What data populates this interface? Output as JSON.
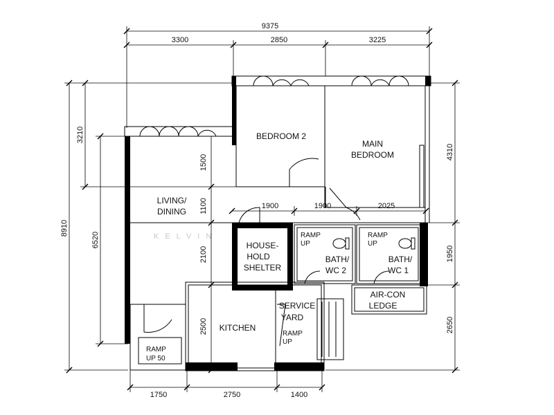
{
  "dimensions": {
    "top_total": "9375",
    "top_segments": [
      "3300",
      "2850",
      "3225"
    ],
    "bottom_segments": [
      "1750",
      "2750",
      "1400"
    ],
    "left_total": "8910",
    "left_upper": "3210",
    "left_lower": "6520",
    "right_upper": "4310",
    "right_middle": "1950",
    "right_lower": "2650",
    "inner_vertical": [
      "1500",
      "1100",
      "2100",
      "2500"
    ],
    "inner_horizontal": [
      "1900",
      "1900",
      "2025"
    ]
  },
  "rooms": {
    "bedroom2": "BEDROOM 2",
    "main_bedroom_line1": "MAIN",
    "main_bedroom_line2": "BEDROOM",
    "living_line1": "LIVING/",
    "living_line2": "DINING",
    "shelter_line1": "HOUSE-",
    "shelter_line2": "HOLD",
    "shelter_line3": "SHELTER",
    "bath2_line1": "BATH/",
    "bath2_line2": "WC 2",
    "bath1_line1": "BATH/",
    "bath1_line2": "WC 1",
    "aircon_line1": "AIR-CON",
    "aircon_line2": "LEDGE",
    "kitchen": "KITCHEN",
    "service_line1": "SERVICE",
    "service_line2": "YARD"
  },
  "ramps": {
    "bath2_line1": "RAMP",
    "bath2_line2": "UP",
    "bath1_line1": "RAMP",
    "bath1_line2": "UP",
    "service_line1": "RAMP",
    "service_line2": "UP",
    "entrance_line1": "RAMP",
    "entrance_line2": "UP 50"
  },
  "watermark": "KELVIN"
}
